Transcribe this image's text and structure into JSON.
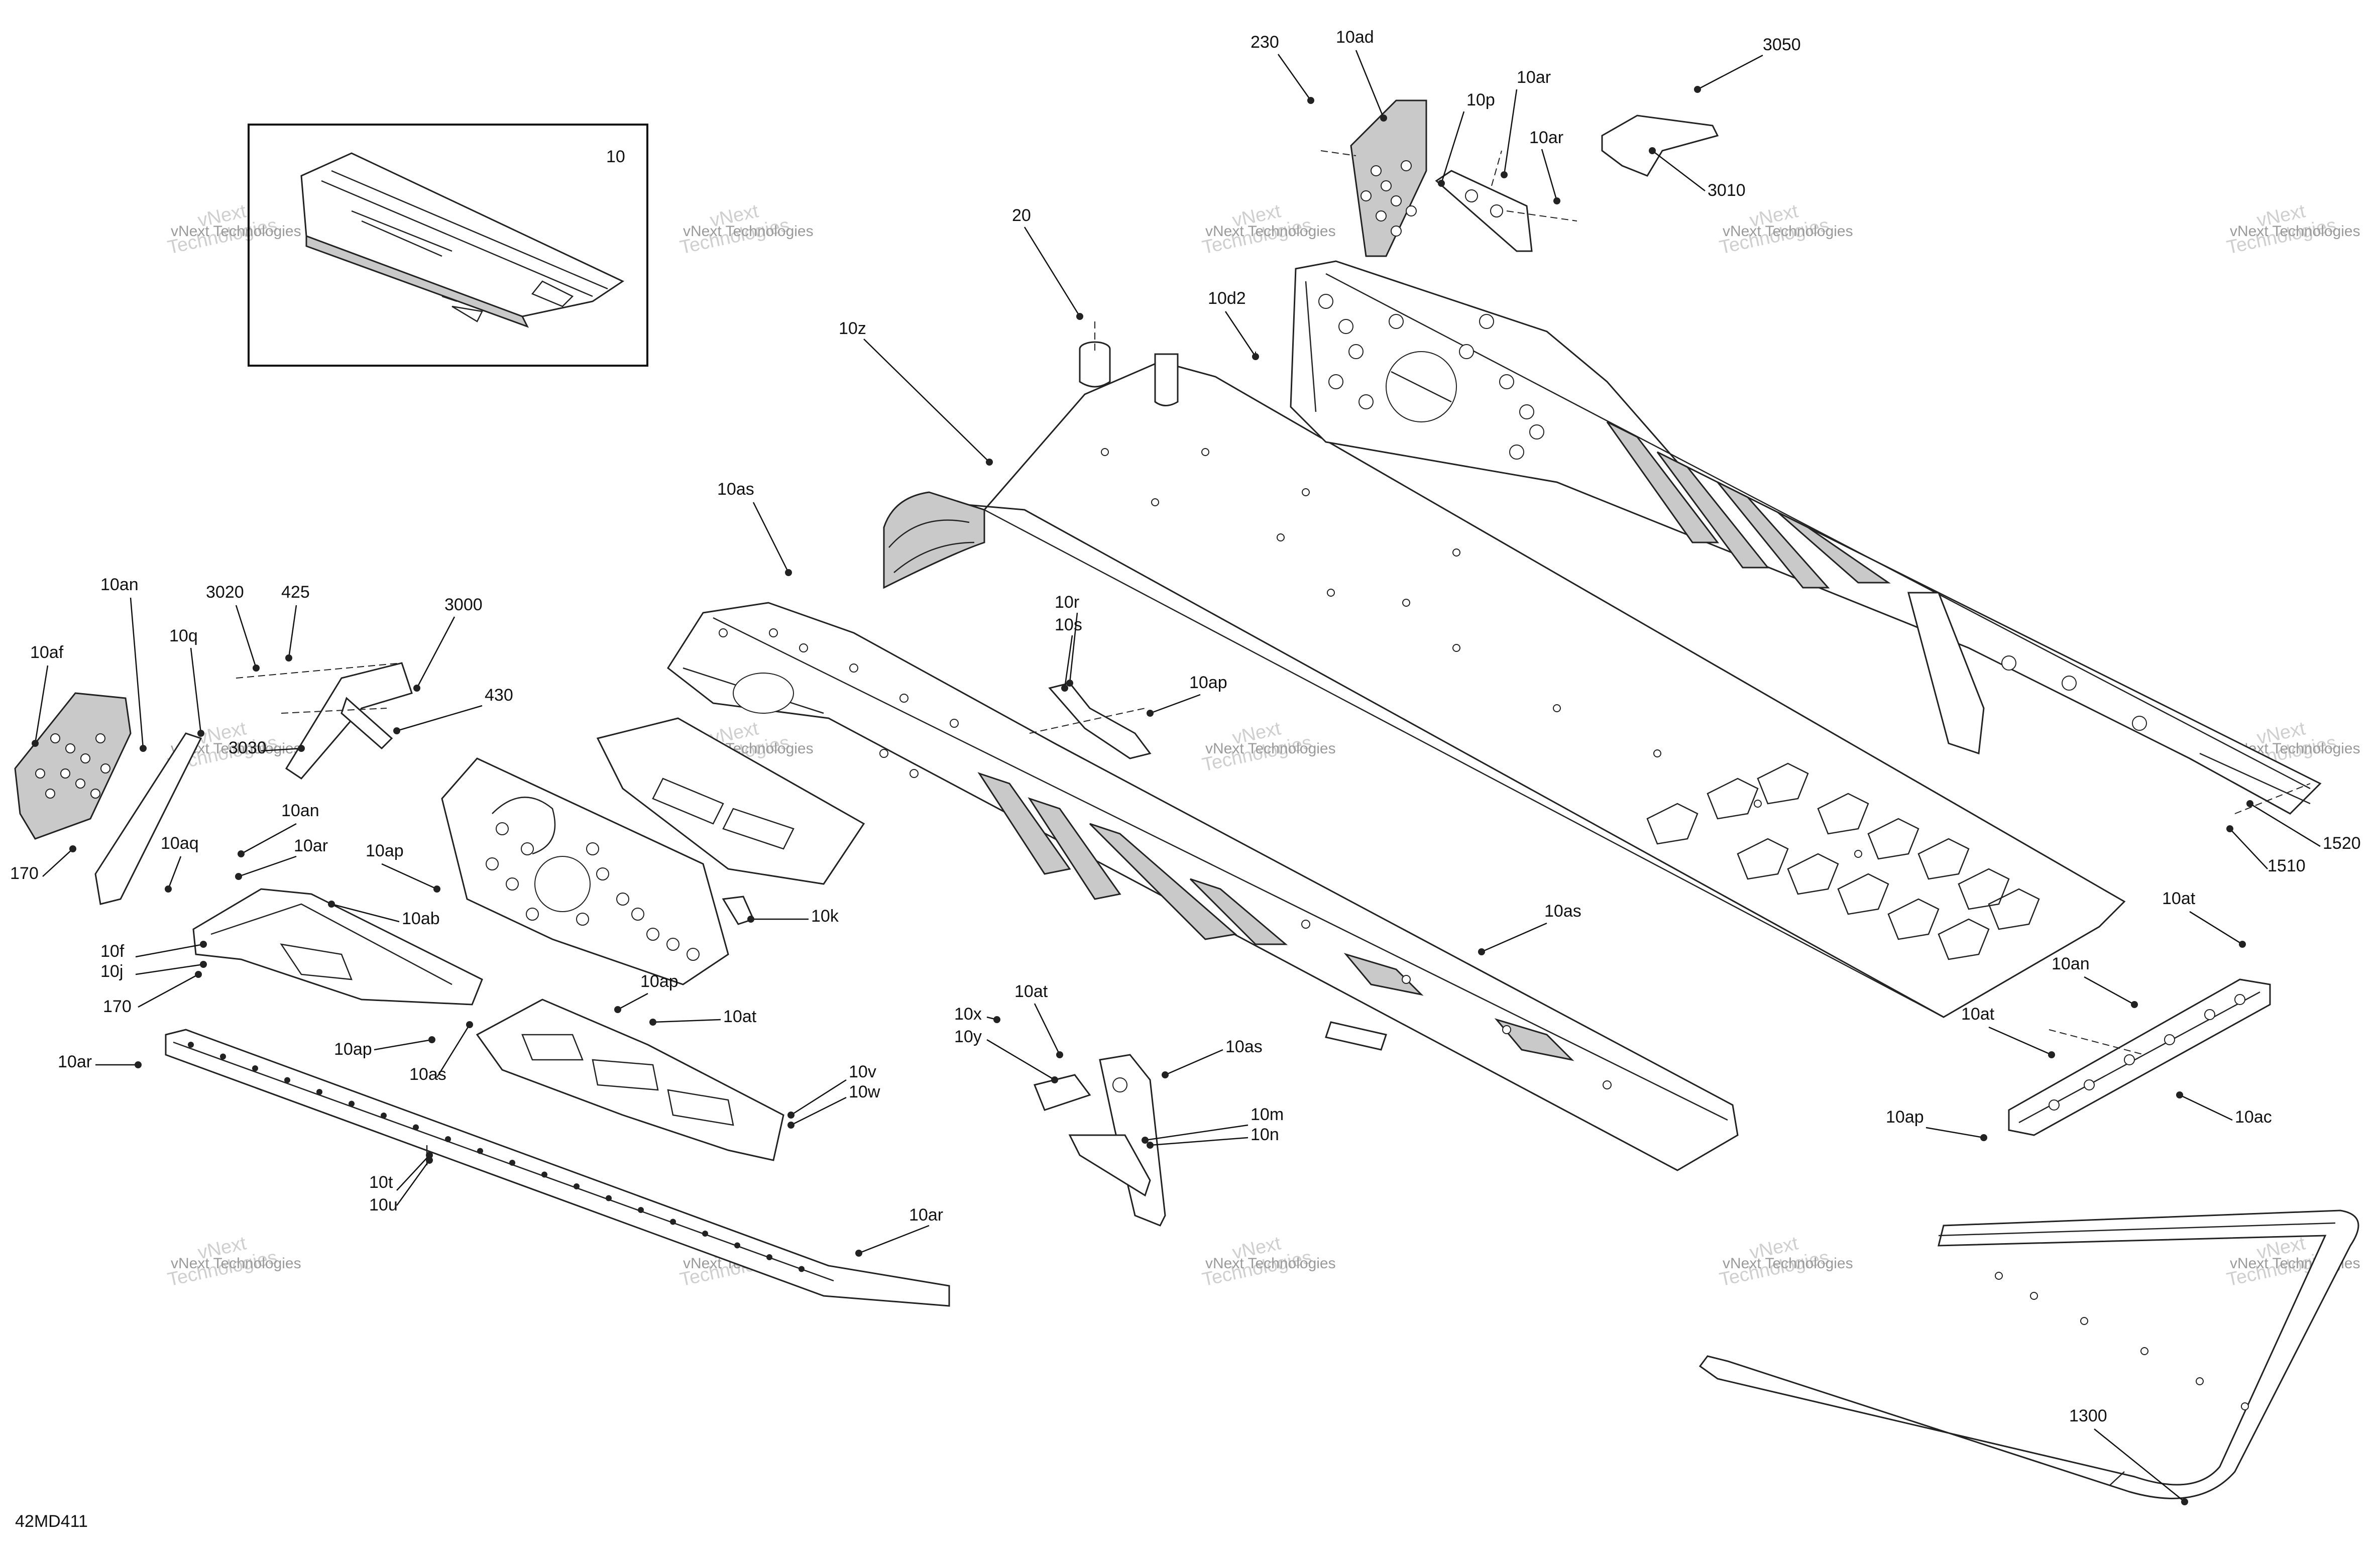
{
  "diagram_code": "42MD411",
  "watermark": {
    "line1": "vNext",
    "line2": "Technologies",
    "small": "vNext Technologies"
  },
  "inset_label": "10",
  "callouts": [
    {
      "id": "c230",
      "text": "230"
    },
    {
      "id": "c10ad",
      "text": "10ad"
    },
    {
      "id": "c10ar_a",
      "text": "10ar"
    },
    {
      "id": "c10p",
      "text": "10p"
    },
    {
      "id": "c10ar_b",
      "text": "10ar"
    },
    {
      "id": "c3050",
      "text": "3050"
    },
    {
      "id": "c3010",
      "text": "3010"
    },
    {
      "id": "c20",
      "text": "20"
    },
    {
      "id": "c10d2",
      "text": "10d2"
    },
    {
      "id": "c10z",
      "text": "10z"
    },
    {
      "id": "c10as_a",
      "text": "10as"
    },
    {
      "id": "c10an_a",
      "text": "10an"
    },
    {
      "id": "c10q",
      "text": "10q"
    },
    {
      "id": "c3020",
      "text": "3020"
    },
    {
      "id": "c425",
      "text": "425"
    },
    {
      "id": "c3000",
      "text": "3000"
    },
    {
      "id": "c430",
      "text": "430"
    },
    {
      "id": "c10af",
      "text": "10af"
    },
    {
      "id": "c3030",
      "text": "3030"
    },
    {
      "id": "c170_a",
      "text": "170"
    },
    {
      "id": "c10an_b",
      "text": "10an"
    },
    {
      "id": "c10ar_c",
      "text": "10ar"
    },
    {
      "id": "c10aq",
      "text": "10aq"
    },
    {
      "id": "c10ap_a",
      "text": "10ap"
    },
    {
      "id": "c10ab",
      "text": "10ab"
    },
    {
      "id": "c10f",
      "text": "10f"
    },
    {
      "id": "c10j",
      "text": "10j"
    },
    {
      "id": "c170_b",
      "text": "170"
    },
    {
      "id": "c10r",
      "text": "10r"
    },
    {
      "id": "c10s",
      "text": "10s"
    },
    {
      "id": "c10ap_b",
      "text": "10ap"
    },
    {
      "id": "c10k",
      "text": "10k"
    },
    {
      "id": "c10ap_c",
      "text": "10ap"
    },
    {
      "id": "c10at_a",
      "text": "10at"
    },
    {
      "id": "c10ap_d",
      "text": "10ap"
    },
    {
      "id": "c10as_b",
      "text": "10as"
    },
    {
      "id": "c10ar_d",
      "text": "10ar"
    },
    {
      "id": "c10v",
      "text": "10v"
    },
    {
      "id": "c10w",
      "text": "10w"
    },
    {
      "id": "c10t",
      "text": "10t"
    },
    {
      "id": "c10u",
      "text": "10u"
    },
    {
      "id": "c10ar_e",
      "text": "10ar"
    },
    {
      "id": "c10x",
      "text": "10x"
    },
    {
      "id": "c10y",
      "text": "10y"
    },
    {
      "id": "c10at_b",
      "text": "10at"
    },
    {
      "id": "c10as_c",
      "text": "10as"
    },
    {
      "id": "c10m",
      "text": "10m"
    },
    {
      "id": "c10n",
      "text": "10n"
    },
    {
      "id": "c10as_d",
      "text": "10as"
    },
    {
      "id": "c1520",
      "text": "1520"
    },
    {
      "id": "c1510",
      "text": "1510"
    },
    {
      "id": "c10at_c",
      "text": "10at"
    },
    {
      "id": "c10an_c",
      "text": "10an"
    },
    {
      "id": "c10at_d",
      "text": "10at"
    },
    {
      "id": "c10ac",
      "text": "10ac"
    },
    {
      "id": "c10ap_e",
      "text": "10ap"
    },
    {
      "id": "c1300",
      "text": "1300"
    }
  ]
}
